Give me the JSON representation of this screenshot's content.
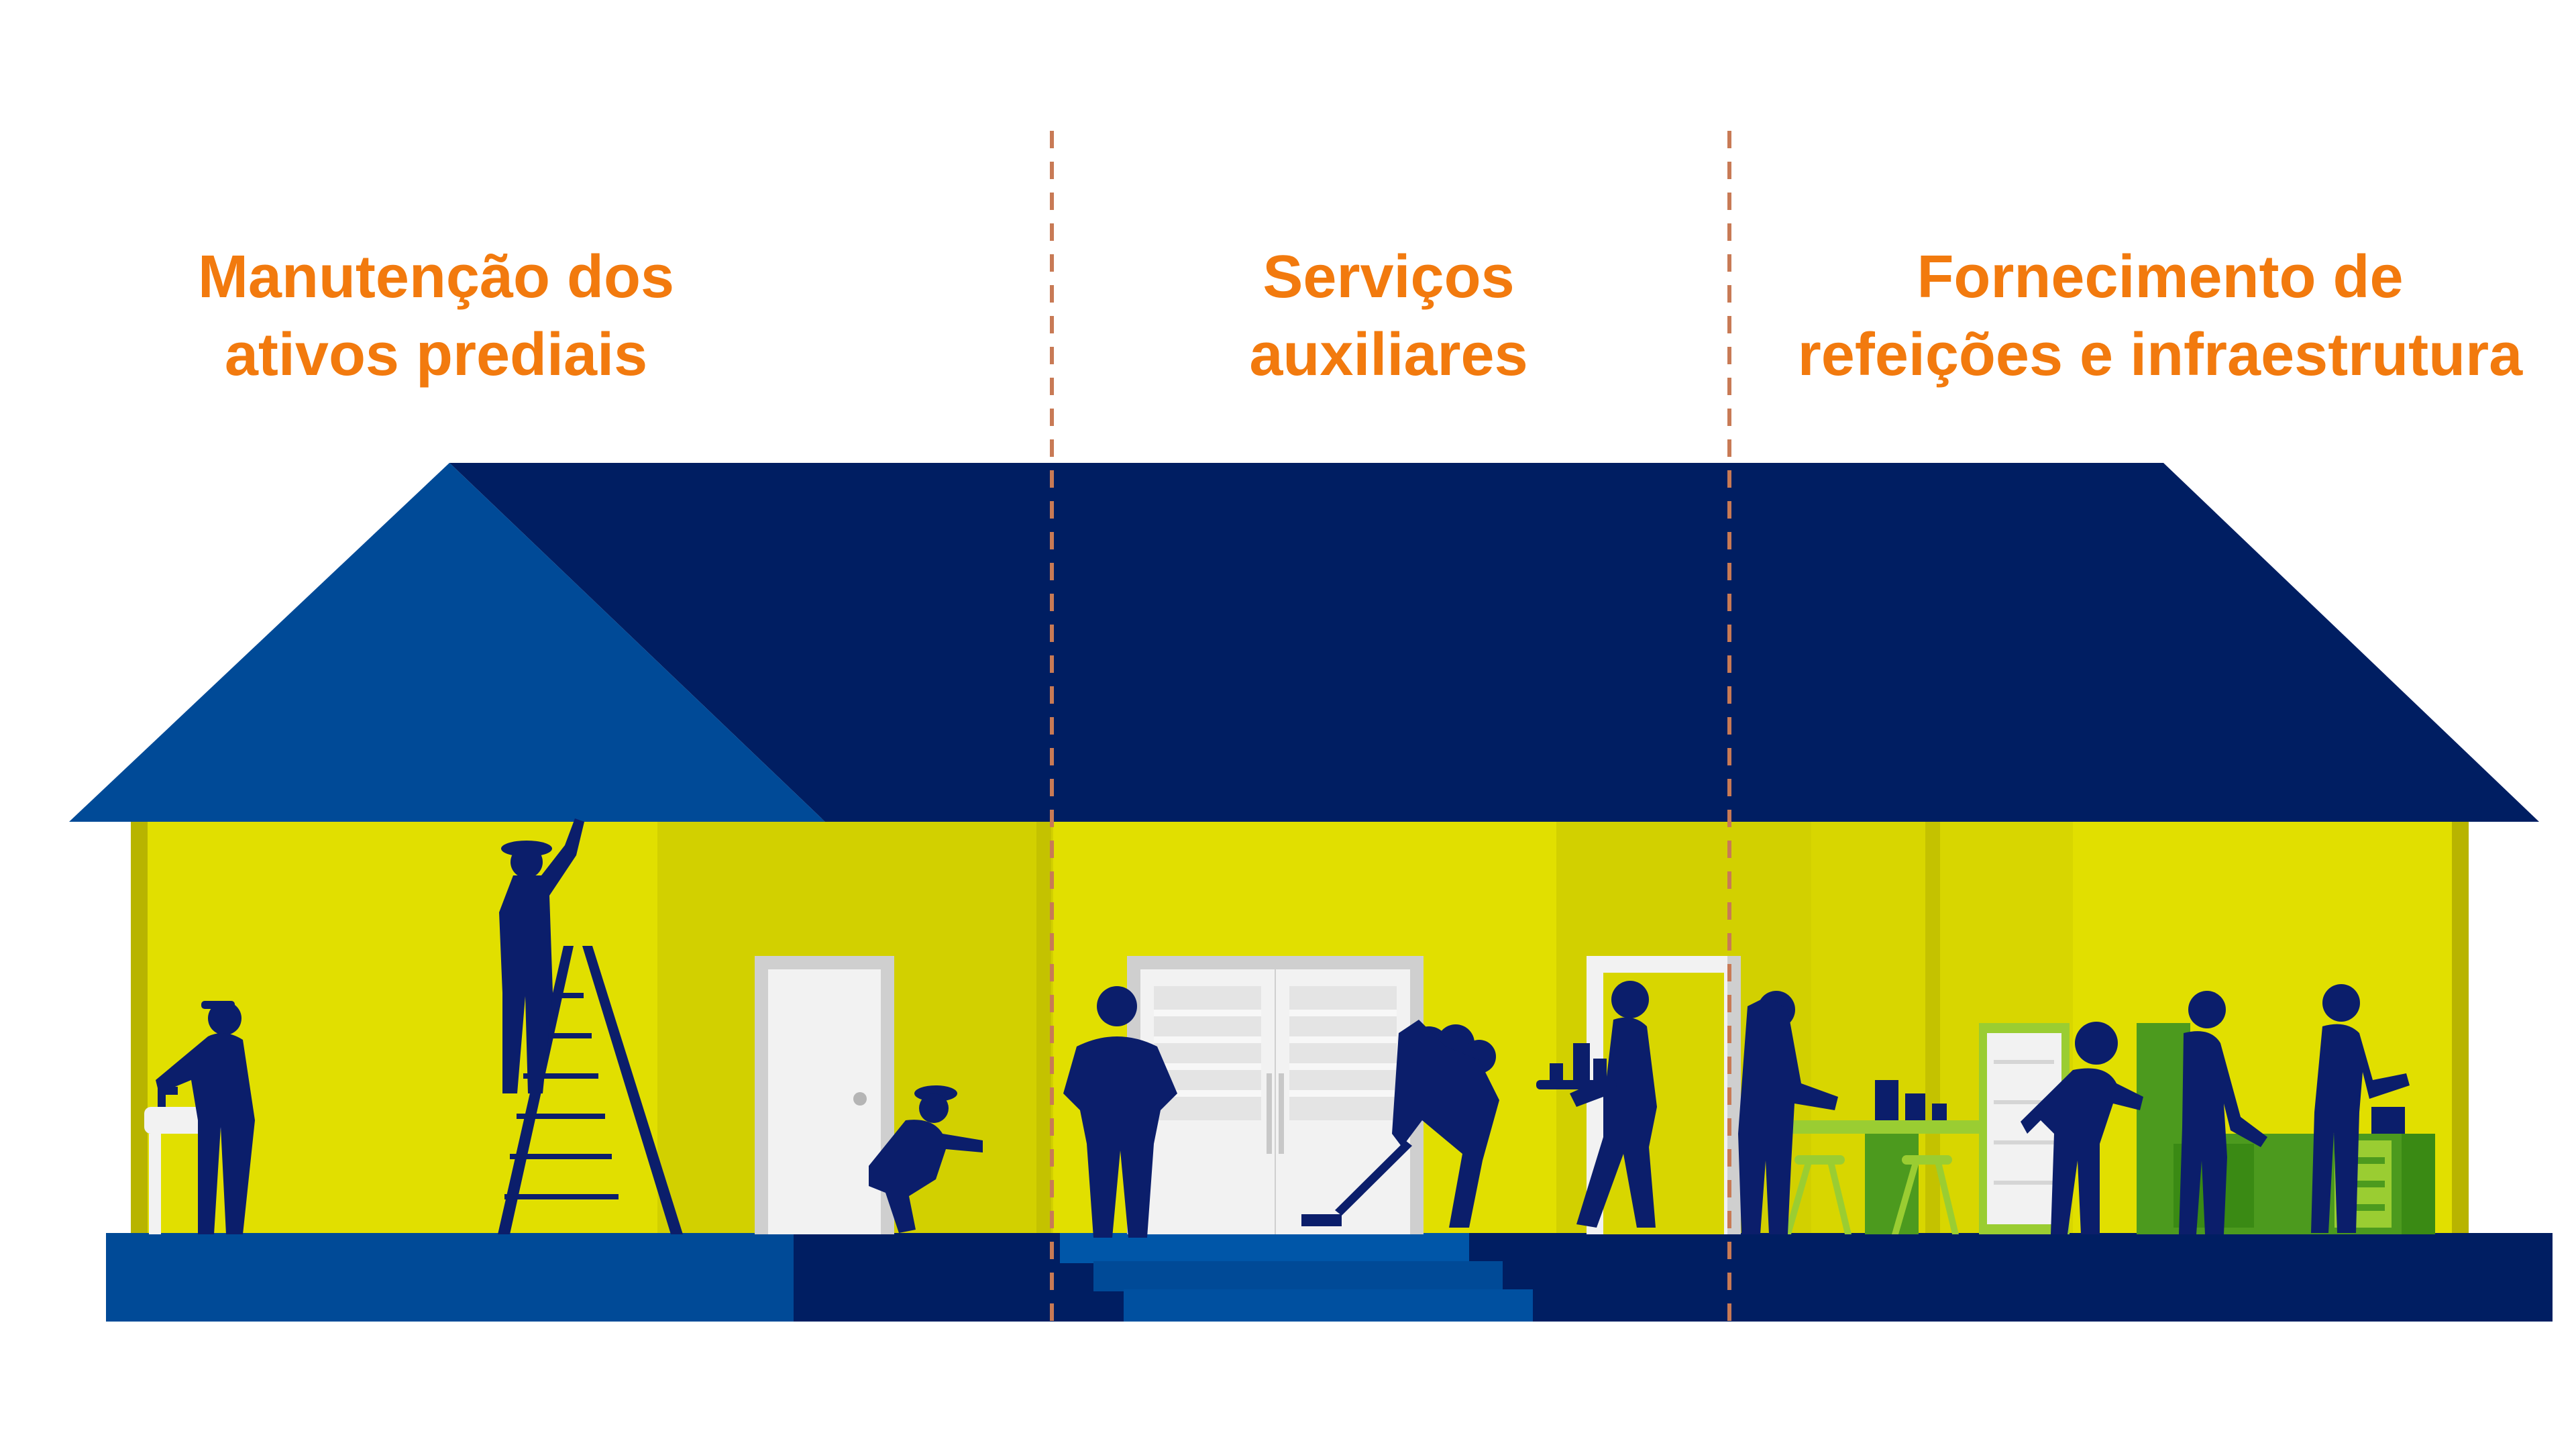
{
  "sections": [
    {
      "title_lines": [
        "Manutenção dos",
        "ativos prediais"
      ]
    },
    {
      "title_lines": [
        "Serviços",
        "auxiliares"
      ]
    },
    {
      "title_lines": [
        "Fornecimento de",
        "refeições e infraestrutura"
      ]
    }
  ],
  "colors": {
    "heading": "#F27A0E",
    "divider": "#C87A55",
    "roof_light": "#004A97",
    "roof_dark": "#001E62",
    "wall": "#E1DF00",
    "wall_shade": "#D2D000",
    "wall_edge": "#B8B400",
    "floor_light": "#004A97",
    "floor_dark": "#001E62",
    "stairs": "#0056A8",
    "silhouette": "#0B1E6B",
    "door": "#F2F2F2",
    "door_frame": "#CFCFCF",
    "kitchen_green": "#4C9A1E",
    "kitchen_light": "#9ACD32"
  }
}
